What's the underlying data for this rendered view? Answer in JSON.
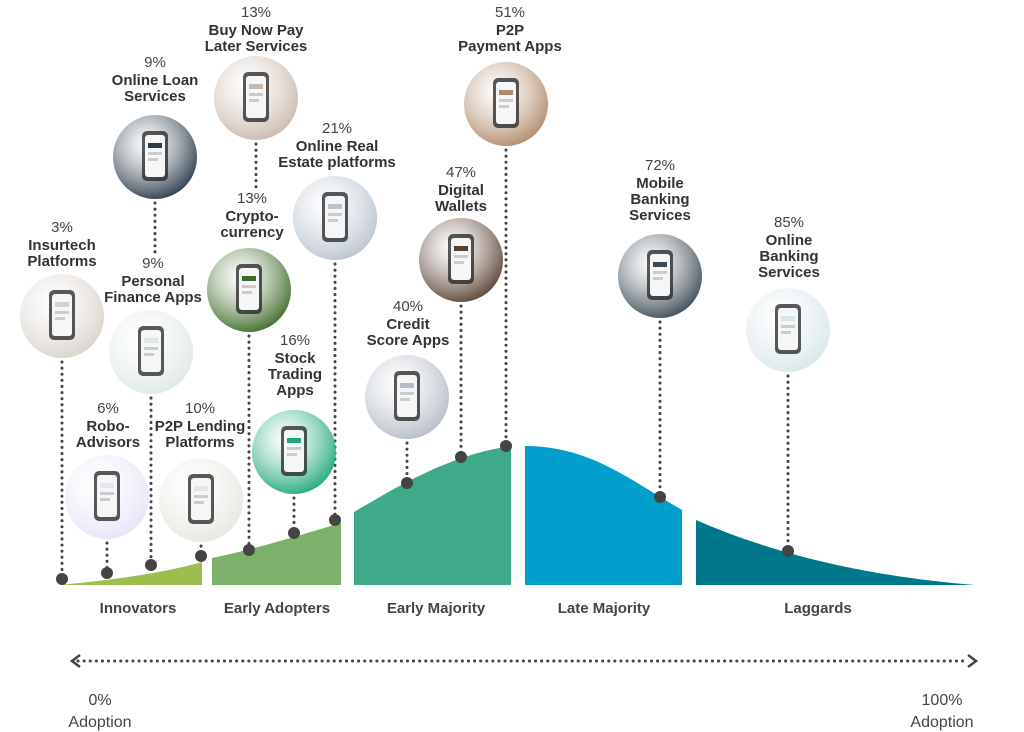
{
  "segments": [
    {
      "name": "Innovators",
      "color": "#9DBD4F"
    },
    {
      "name": "Early Adopters",
      "color": "#7DB06A"
    },
    {
      "name": "Early Majority",
      "color": "#3FAA8A"
    },
    {
      "name": "Late Majority",
      "color": "#009FCC"
    },
    {
      "name": "Laggards",
      "color": "#00788C"
    }
  ],
  "items": [
    {
      "percent": "3%",
      "label": [
        "Insurtech",
        "Platforms"
      ],
      "icon": "insurtech-app-photo",
      "tint": "#d9d2cc"
    },
    {
      "percent": "6%",
      "label": [
        "Robo-",
        "Advisors"
      ],
      "icon": "wealthfront-app-photo",
      "tint": "#e6e4f7"
    },
    {
      "percent": "9%",
      "label": [
        "Personal",
        "Finance Apps"
      ],
      "icon": "finance-app-photo",
      "tint": "#dfe9e2"
    },
    {
      "percent": "9%",
      "label": [
        "Online Loan",
        "Services"
      ],
      "icon": "loan-app-photo",
      "tint": "#2a3b4a"
    },
    {
      "percent": "10%",
      "label": [
        "P2P Lending",
        "Platforms"
      ],
      "icon": "upstart-photo",
      "tint": "#e8e6e0"
    },
    {
      "percent": "13%",
      "label": [
        "Crypto-",
        "currency"
      ],
      "icon": "bitcoin-photo",
      "tint": "#3f6b2a"
    },
    {
      "percent": "13%",
      "label": [
        "Buy Now Pay",
        "Later Services"
      ],
      "icon": "bnpl-app-photo",
      "tint": "#c9b9ad"
    },
    {
      "percent": "16%",
      "label": [
        "Stock",
        "Trading",
        "Apps"
      ],
      "icon": "stock-app-photo",
      "tint": "#1fa77a"
    },
    {
      "percent": "21%",
      "label": [
        "Online Real",
        "Estate platforms"
      ],
      "icon": "real-estate-app-photo",
      "tint": "#b9c3cf"
    },
    {
      "percent": "40%",
      "label": [
        "Credit",
        "Score Apps"
      ],
      "icon": "credit-score-app-photo",
      "tint": "#b5bcc6"
    },
    {
      "percent": "47%",
      "label": [
        "Digital",
        "Wallets"
      ],
      "icon": "digital-wallet-photo",
      "tint": "#5a4233"
    },
    {
      "percent": "51%",
      "label": [
        "P2P",
        "Payment Apps"
      ],
      "icon": "p2p-payment-photo",
      "tint": "#b08a6a"
    },
    {
      "percent": "72%",
      "label": [
        "Mobile",
        "Banking",
        "Services"
      ],
      "icon": "mobile-banking-photo",
      "tint": "#3b4a55"
    },
    {
      "percent": "85%",
      "label": [
        "Online",
        "Banking",
        "Services"
      ],
      "icon": "online-banking-photo",
      "tint": "#d8e6ea"
    }
  ],
  "axis": {
    "start_percent": "0%",
    "start_label": "Adoption",
    "end_percent": "100%",
    "end_label": "Adoption"
  },
  "dot_color": "#444444"
}
